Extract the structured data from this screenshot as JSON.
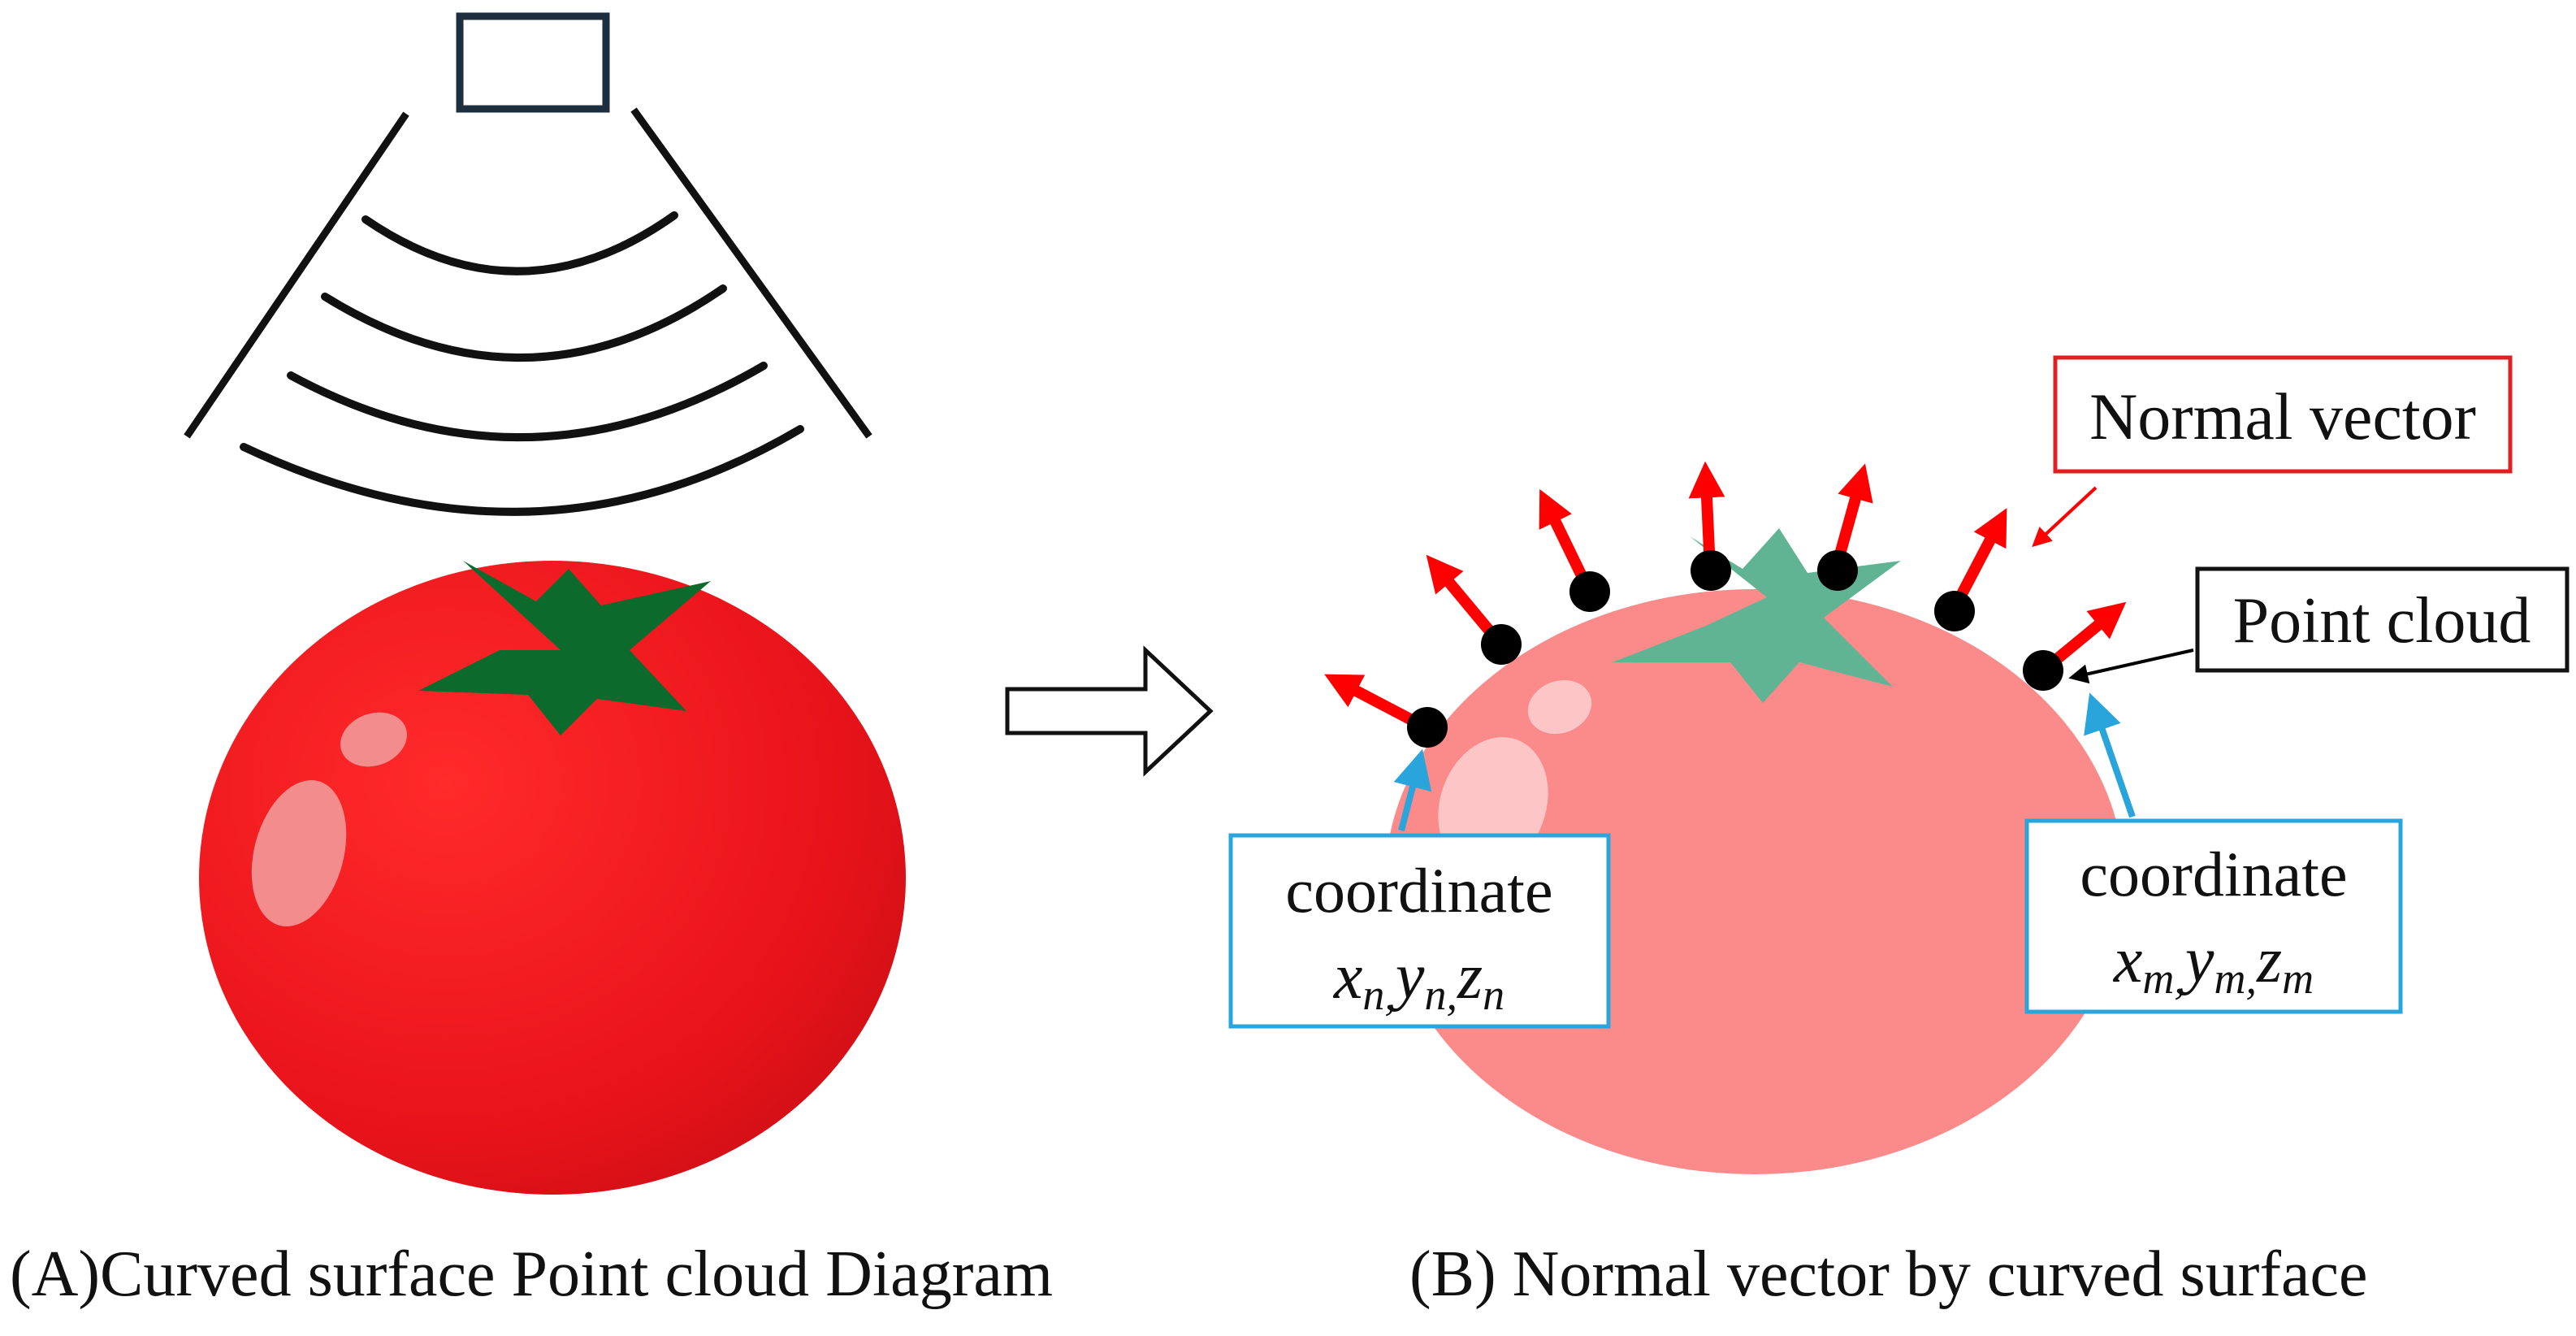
{
  "panel_a": {
    "caption": "(A)Curved surface Point cloud Diagram"
  },
  "panel_b": {
    "caption": "(B) Normal vector by curved surface",
    "normal_vector_label": "Normal vector",
    "point_cloud_label": "Point cloud",
    "coord_left": {
      "title": "coordinate",
      "vars": [
        "x",
        "y",
        "z"
      ],
      "sub": "n"
    },
    "coord_right": {
      "title": "coordinate",
      "vars": [
        "x",
        "y",
        "z"
      ],
      "sub": "m"
    }
  },
  "colors": {
    "tomato": "#e8131a",
    "tomato_light": "#fb8a8a",
    "leaf": "#0c6b2c",
    "leaf_light": "#60b494",
    "arrow": "#ff0000",
    "box_red": "#e02020",
    "box_blue": "#2aa5dc",
    "point": "#000000"
  },
  "icons": [
    "sensor-icon",
    "sound-wave-icon",
    "tomato-icon",
    "hollow-arrow-icon"
  ]
}
